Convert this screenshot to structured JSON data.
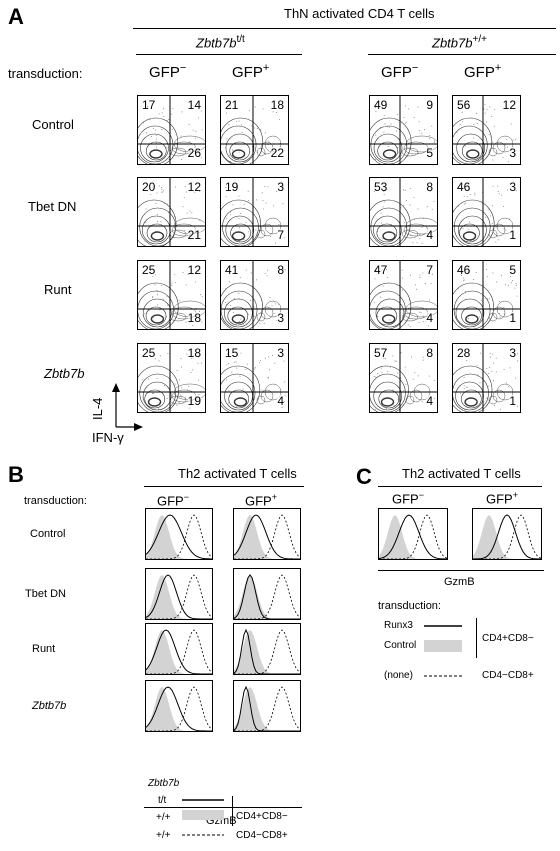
{
  "panel_A": {
    "letter": "A",
    "header": "ThN activated CD4 T cells",
    "genotype_left_base": "Zbtb7b",
    "genotype_left_sup": "t/t",
    "genotype_right_base": "Zbtb7b",
    "genotype_right_sup": "+/+",
    "transduction_label": "transduction:",
    "col_headers": [
      {
        "base": "GFP",
        "sup": "−"
      },
      {
        "base": "GFP",
        "sup": "+"
      },
      {
        "base": "GFP",
        "sup": "−"
      },
      {
        "base": "GFP",
        "sup": "+"
      }
    ],
    "rows": [
      {
        "label": "Control",
        "italic": false,
        "cells": [
          [
            "17",
            "14",
            "26"
          ],
          [
            "21",
            "18",
            "22"
          ],
          [
            "49",
            "9",
            "5"
          ],
          [
            "56",
            "12",
            "3"
          ]
        ]
      },
      {
        "label": "Tbet DN",
        "italic": false,
        "cells": [
          [
            "20",
            "12",
            "21"
          ],
          [
            "19",
            "3",
            "7"
          ],
          [
            "53",
            "8",
            "4"
          ],
          [
            "46",
            "3",
            "1"
          ]
        ]
      },
      {
        "label": "Runt",
        "italic": false,
        "cells": [
          [
            "25",
            "12",
            "18"
          ],
          [
            "41",
            "8",
            "3"
          ],
          [
            "47",
            "7",
            "4"
          ],
          [
            "46",
            "5",
            "1"
          ]
        ]
      },
      {
        "label": "Zbtb7b",
        "italic": true,
        "cells": [
          [
            "25",
            "18",
            "19"
          ],
          [
            "15",
            "3",
            "4"
          ],
          [
            "57",
            "8",
            "4"
          ],
          [
            "28",
            "3",
            "1"
          ]
        ]
      }
    ],
    "y_axis": "IL-4",
    "x_axis": "IFN-γ"
  },
  "panel_B": {
    "letter": "B",
    "header": "Th2 activated T cells",
    "transduction_label": "transduction:",
    "col_headers": [
      {
        "base": "GFP",
        "sup": "−"
      },
      {
        "base": "GFP",
        "sup": "+"
      }
    ],
    "rows": [
      {
        "label": "Control",
        "italic": false
      },
      {
        "label": "Tbet DN",
        "italic": false
      },
      {
        "label": "Runt",
        "italic": false
      },
      {
        "label": "Zbtb7b",
        "italic": true
      }
    ],
    "x_axis": "GzmB",
    "legend_title": "Zbtb7b",
    "legend": [
      {
        "genotype": "t/t",
        "style": "solid"
      },
      {
        "genotype": "+/+",
        "style": "filled"
      },
      {
        "genotype": "+/+",
        "style": "dashed"
      }
    ],
    "legend_group_cd4": "CD4+CD8−",
    "legend_group_cd8": "CD4−CD8+"
  },
  "panel_C": {
    "letter": "C",
    "header": "Th2 activated T cells",
    "col_headers": [
      {
        "base": "GFP",
        "sup": "−"
      },
      {
        "base": "GFP",
        "sup": "+"
      }
    ],
    "x_axis": "GzmB",
    "transduction_label": "transduction:",
    "legend": [
      {
        "label": "Runx3",
        "style": "solid"
      },
      {
        "label": "Control",
        "style": "filled"
      },
      {
        "label": "(none)",
        "style": "dashed"
      }
    ],
    "legend_group_cd4": "CD4+CD8−",
    "legend_group_cd8": "CD4−CD8+"
  }
}
